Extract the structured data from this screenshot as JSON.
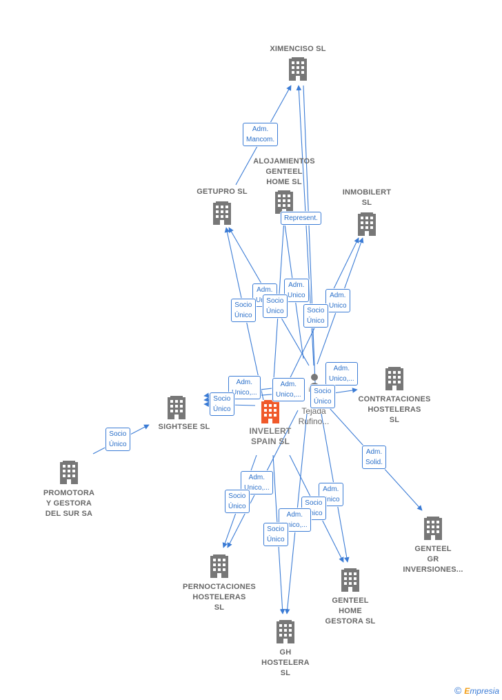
{
  "nodes": [
    {
      "id": "ximenciso",
      "label": "XIMENCISO  SL"
    },
    {
      "id": "alojamientos",
      "label": "ALOJAMIENTOS\nGENTEEL\nHOME  SL"
    },
    {
      "id": "getupro",
      "label": "GETUPRO SL"
    },
    {
      "id": "inmobilert",
      "label": "INMOBILERT\nSL"
    },
    {
      "id": "contrataciones",
      "label": "CONTRATACIONES\nHOSTELERAS\nSL"
    },
    {
      "id": "sightsee",
      "label": "SIGHTSEE SL"
    },
    {
      "id": "promotora",
      "label": "PROMOTORA\nY GESTORA\nDEL SUR SA"
    },
    {
      "id": "invelert",
      "label": "INVELERT\nSPAIN  SL"
    },
    {
      "id": "genteel_gr",
      "label": "GENTEEL\nGR\nINVERSIONES..."
    },
    {
      "id": "pernoctaciones",
      "label": "PERNOCTACIONES\nHOSTELERAS\nSL"
    },
    {
      "id": "genteel_home",
      "label": "GENTEEL\nHOME\nGESTORA  SL"
    },
    {
      "id": "gh_hostelera",
      "label": "GH\nHOSTELERA\nSL"
    }
  ],
  "person": {
    "label": "Tejada\nRufino..."
  },
  "edge_labels": [
    "Adm.\nMancom.",
    "Represent.",
    "Adm.\nUnico",
    "Socio\nÚnico",
    "Adm.\nUnico",
    "Socio\nÚnico",
    "Adm.\nUnico",
    "Socio\nÚnico",
    "Adm.\nUnico,...",
    "Adm.\nUnico,...",
    "Adm.\nUnico,...",
    "Socio\nÚnico",
    "Socio\nÚnico",
    "Socio\nÚnico",
    "Adm.\nSolid.",
    "Adm.\nUnico,...",
    "Socio\nÚnico",
    "Adm.\nUnico",
    "Socio\nÚnico",
    "Adm.\nUnico,...",
    "Socio\nÚnico"
  ],
  "colors": {
    "edge": "#3a7bd5",
    "building": "#777777",
    "main_building": "#f0592a"
  },
  "footer": {
    "copyright": "©",
    "brand_e": "E",
    "brand_rest": "mpresia"
  }
}
